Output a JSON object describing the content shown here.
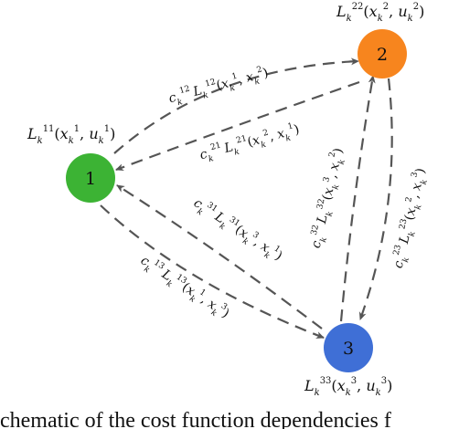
{
  "nodes": [
    {
      "id": "1",
      "label": "1",
      "cost": "L_k^{11}(x_k^1, u_k^1)",
      "color": "#3cb334"
    },
    {
      "id": "2",
      "label": "2",
      "cost": "L_k^{22}(x_k^2, u_k^2)",
      "color": "#f7851e"
    },
    {
      "id": "3",
      "label": "3",
      "cost": "L_k^{33}(x_k^3, u_k^3)",
      "color": "#3f6fd6"
    }
  ],
  "edges": [
    {
      "from": "1",
      "to": "2",
      "label": "c_k^{12} L_k^{12}(x_k^1, x_k^2)"
    },
    {
      "from": "2",
      "to": "1",
      "label": "c_k^{21} L_k^{21}(x_k^2, x_k^1)"
    },
    {
      "from": "3",
      "to": "1",
      "label": "c_k^{31} L_k^{31}(x_k^3, x_k^1)"
    },
    {
      "from": "1",
      "to": "3",
      "label": "c_k^{13} L_k^{13}(x_k^1, x_k^3)"
    },
    {
      "from": "3",
      "to": "2",
      "label": "c_k^{32} L_k^{32}(x_k^3, x_k^2)"
    },
    {
      "from": "2",
      "to": "3",
      "label": "c_k^{23} L_k^{23}(x_k^2, x_k^3)"
    }
  ],
  "caption": "chematic of the cost function dependencies f"
}
